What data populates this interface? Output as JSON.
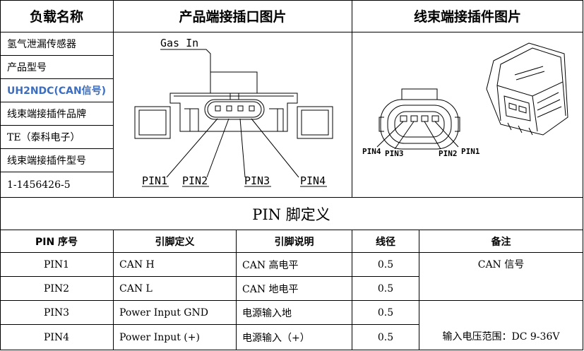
{
  "headers": {
    "col1": "负载名称",
    "col2": "产品端接插口图片",
    "col3": "线束端接插件图片"
  },
  "left_items": [
    "氢气泄漏传感器",
    "产品型号",
    "UH2NDC(CAN信号)",
    "线束端接插件品牌",
    "TE（泰科电子）",
    "线束端接插件型号",
    "1-1456426-5"
  ],
  "product_figure": {
    "gas_label": "Gas In",
    "pins": [
      "PIN1",
      "PIN2",
      "PIN3",
      "PIN4"
    ]
  },
  "harness_figure": {
    "pins": [
      "PIN4",
      "PIN3",
      "PIN2",
      "PIN1"
    ]
  },
  "section_title": "PIN 脚定义",
  "table": {
    "headers": [
      "PIN 序号",
      "引脚定义",
      "引脚说明",
      "线径",
      "备注"
    ],
    "rows": [
      {
        "pin": "PIN1",
        "def": "CAN H",
        "desc": "CAN 高电平",
        "gauge": "0.5"
      },
      {
        "pin": "PIN2",
        "def": "CAN L",
        "desc": "CAN 地电平",
        "gauge": "0.5"
      },
      {
        "pin": "PIN3",
        "def": "Power Input GND",
        "desc": "电源输入地",
        "gauge": "0.5"
      },
      {
        "pin": "PIN4",
        "def": "Power Input (+)",
        "desc": "电源输入（+）",
        "gauge": "0.5"
      }
    ],
    "remark_can": "CAN 信号",
    "remark_power": "输入电压范围：DC 9-36V"
  }
}
